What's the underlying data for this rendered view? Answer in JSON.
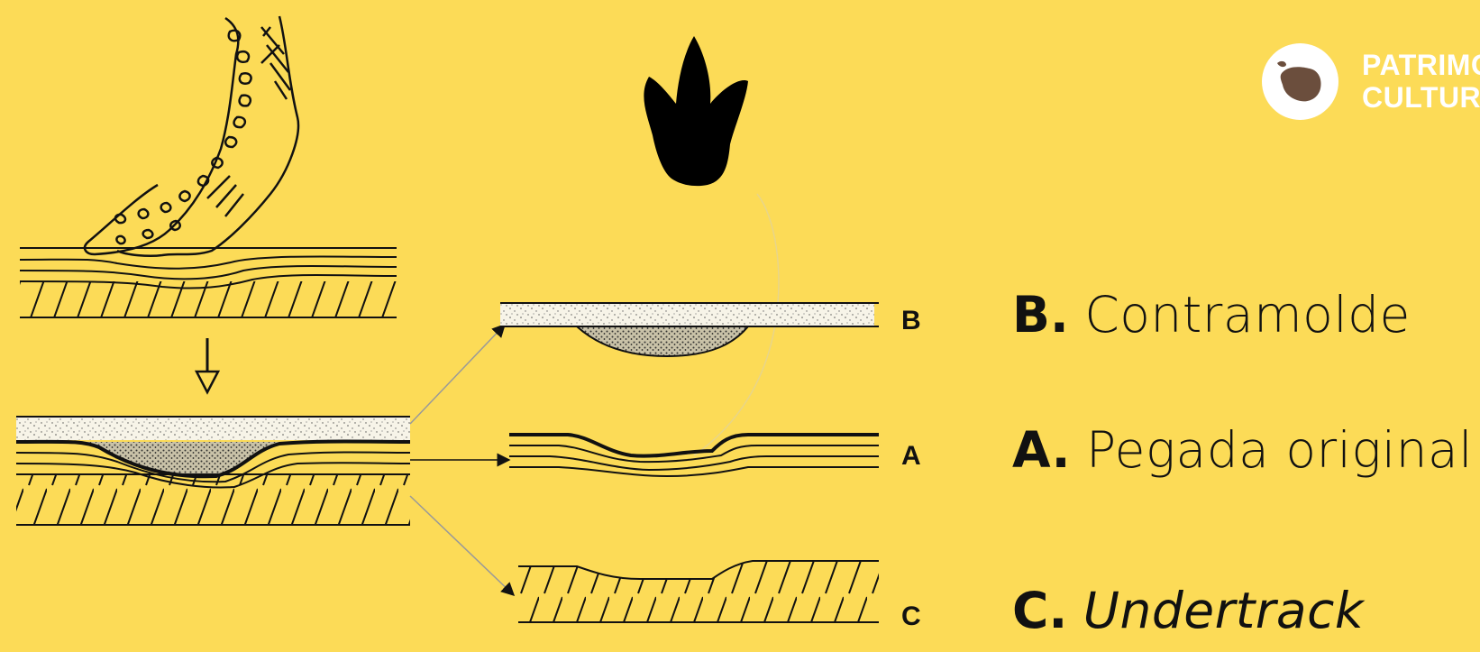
{
  "labels": {
    "b_letter": "B",
    "a_letter": "A",
    "c_letter": "C"
  },
  "legend": {
    "b_key": "B.",
    "b_text": "Contramolde",
    "a_key": "A.",
    "a_text": "Pegada original",
    "c_key": "C.",
    "c_text": "Undertrack"
  },
  "logo": {
    "line1": "PATRIMONIO",
    "line2": "CULTURAL"
  },
  "colors": {
    "background": "#FCDB57",
    "ink": "#111111",
    "logo_text": "#FFFFFF",
    "logo_mark": "#6B4E3D"
  }
}
